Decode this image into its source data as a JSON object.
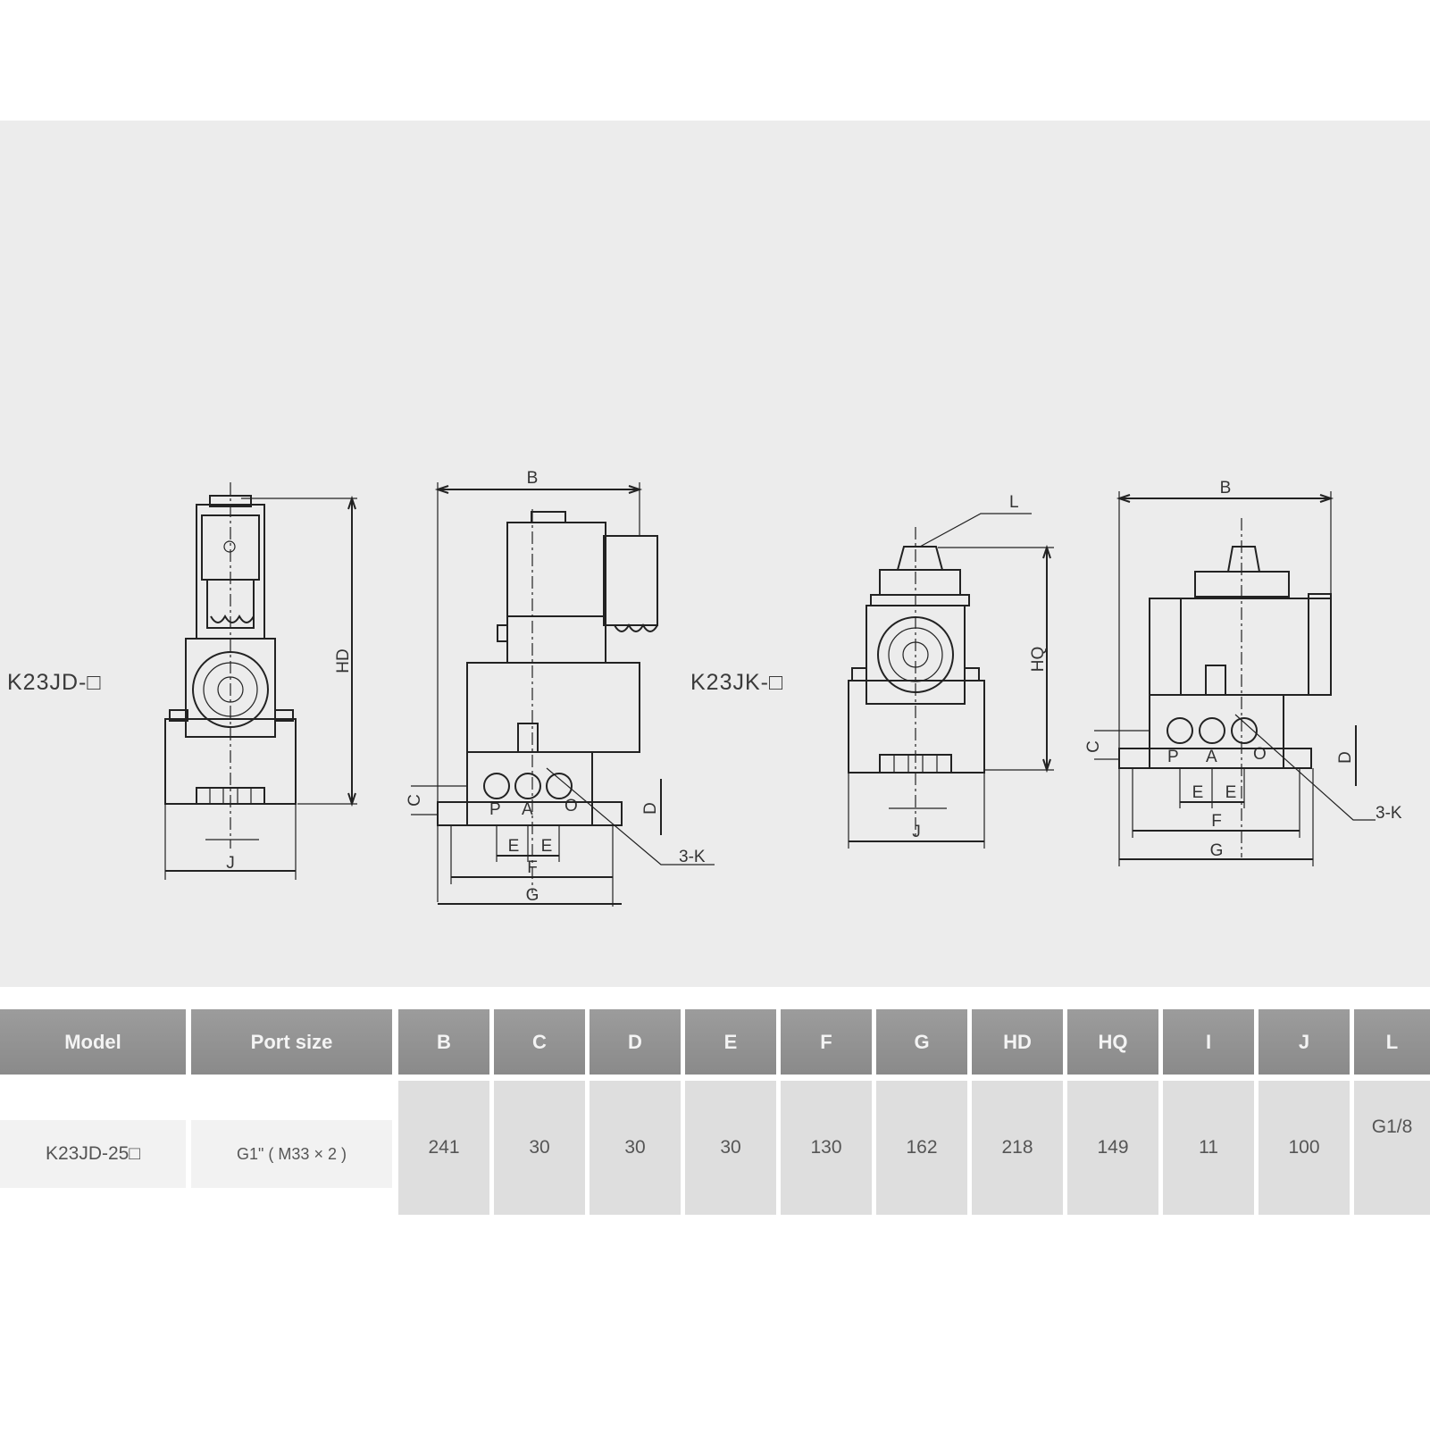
{
  "drawing": {
    "models": [
      "K23JD-□",
      "K23JK-□"
    ],
    "dimension_labels": {
      "B": "B",
      "C": "C",
      "D": "D",
      "E": "E",
      "F": "F",
      "G": "G",
      "HD": "HD",
      "HQ": "HQ",
      "J": "J",
      "L": "L",
      "K": "3-K"
    },
    "port_labels": [
      "P",
      "A",
      "O"
    ]
  },
  "table": {
    "headers": [
      "Model",
      "Port size",
      "B",
      "C",
      "D",
      "E",
      "F",
      "G",
      "HD",
      "HQ",
      "I",
      "J",
      "L"
    ],
    "rows": [
      [
        "K23JD-25□",
        "G1\" ( M33 × 2 )",
        "241",
        "30",
        "30",
        "30",
        "130",
        "162",
        "218",
        "149",
        "11",
        "100",
        "G1/8"
      ]
    ]
  }
}
